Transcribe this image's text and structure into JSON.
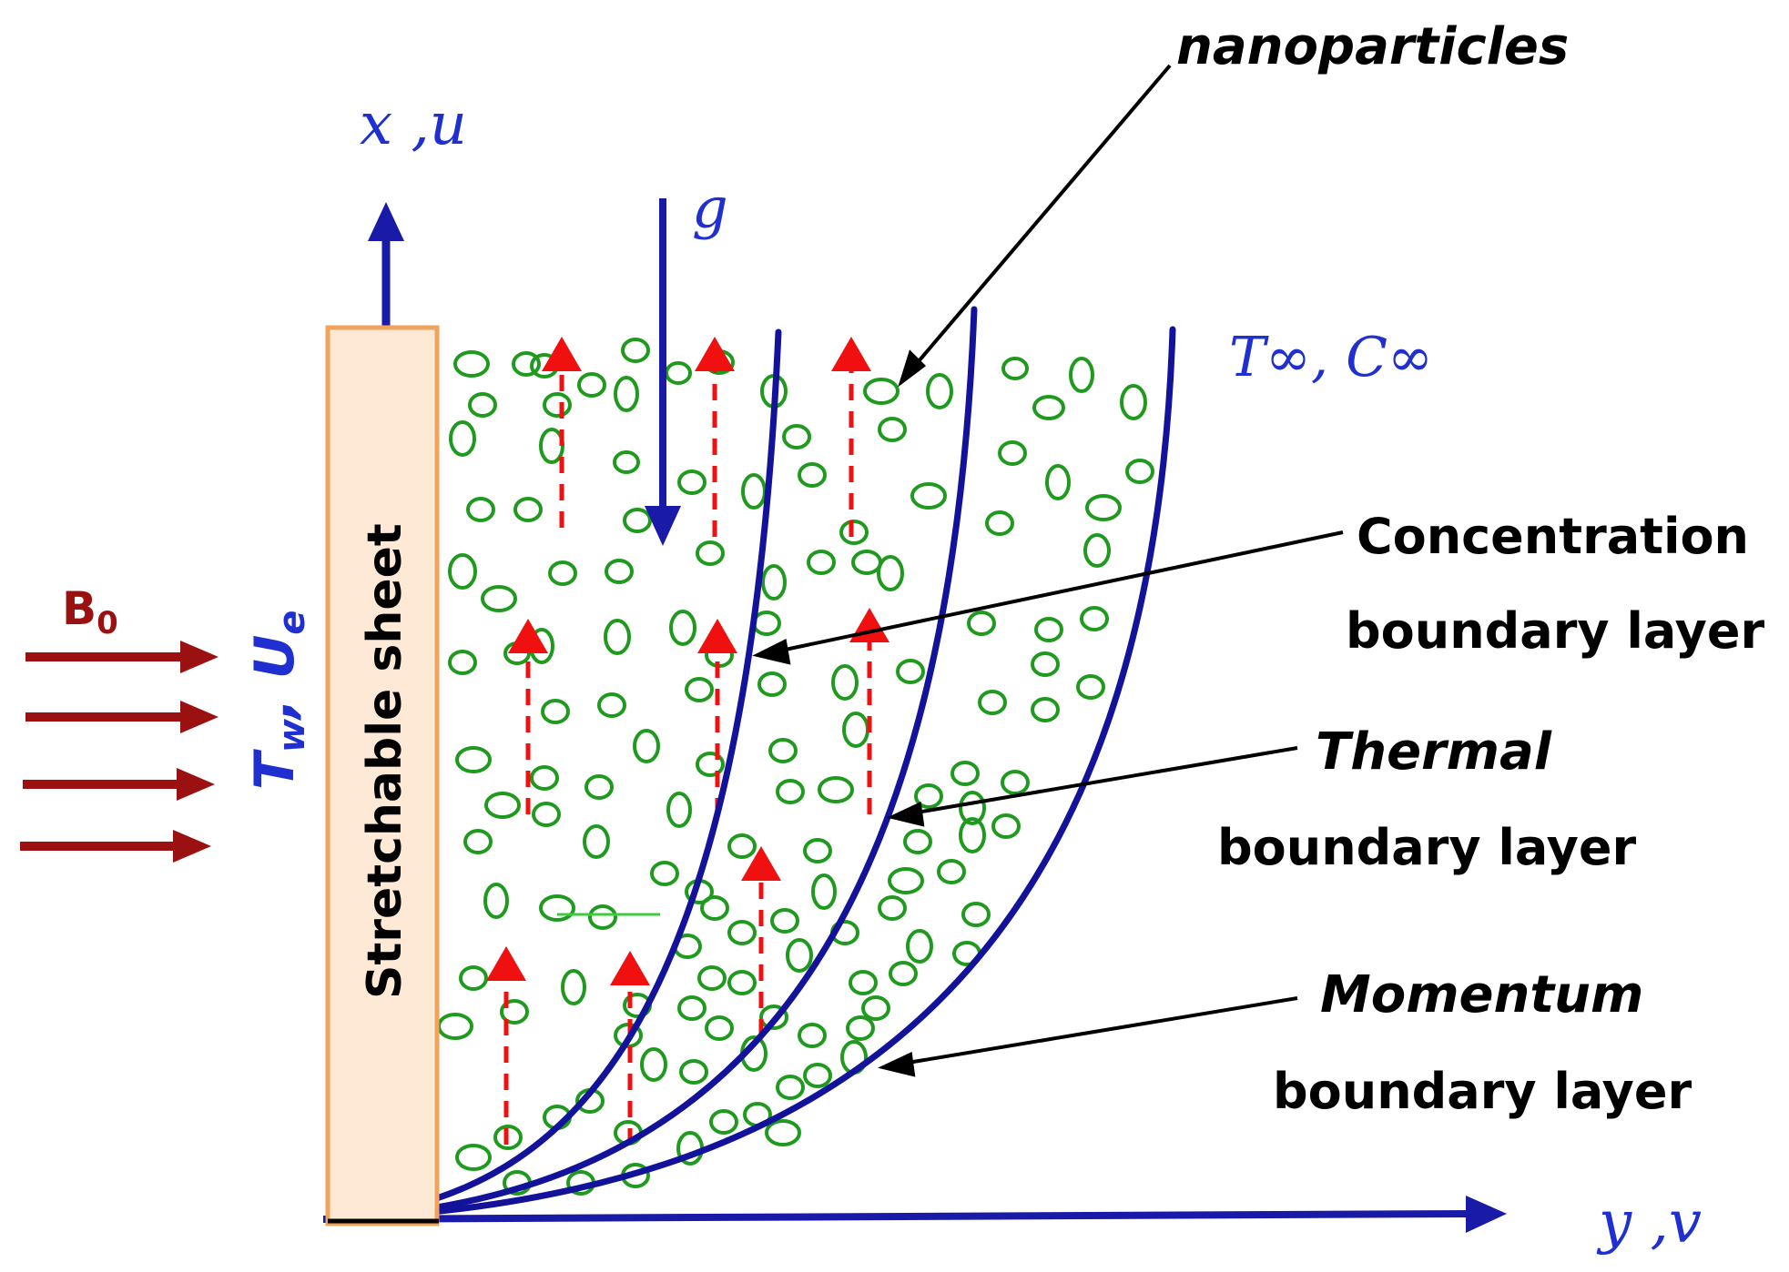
{
  "labels": {
    "axis_x": "x ,u",
    "axis_y": "y ,v",
    "gravity": "g",
    "nanoparticles": "nanoparticles",
    "far_field": "T∞, C∞",
    "magnetic_field": "B",
    "magnetic_field_sub": "0",
    "wall_T": "T",
    "wall_T_sub": "w",
    "wall_U": ", U",
    "wall_U_sub": "e",
    "sheet": "Stretchable sheet",
    "concentration_1": "Concentration",
    "concentration_2": "boundary layer",
    "thermal_1": "Thermal",
    "thermal_2": "boundary layer",
    "momentum_1": "Momentum",
    "momentum_2": "boundary layer"
  },
  "colors": {
    "axis_blue": "#1a1aa8",
    "curve_blue": "#12129a",
    "label_blue": "#1f2fd0",
    "dark_red": "#9b1010",
    "red_arrow": "#f01010",
    "particle_green": "#1f9a1f",
    "sheet_fill": "#fde9d6",
    "sheet_border": "#f0a35a",
    "black": "#000000"
  }
}
